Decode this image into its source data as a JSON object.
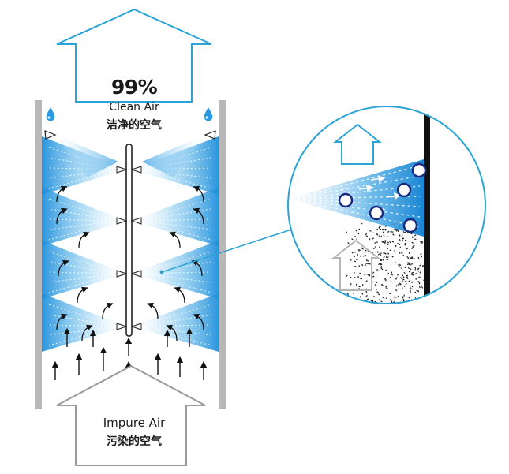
{
  "top_label": {
    "percent": "99%",
    "english": "Clean Air",
    "chinese": "洁净的空气"
  },
  "bottom_label": {
    "english": "Impure Air",
    "chinese": "污染的空气"
  },
  "colors": {
    "spray_blue": "#2a9be0",
    "outline_blue": "#2aa3d6",
    "wall_gray": "#b8b8b8",
    "arrow_dark": "#111111"
  },
  "icons": [
    "water-drop-icon",
    "nozzle-icon",
    "arrow-up-icon",
    "curved-arrow-icon",
    "droplet-particle-icon"
  ]
}
